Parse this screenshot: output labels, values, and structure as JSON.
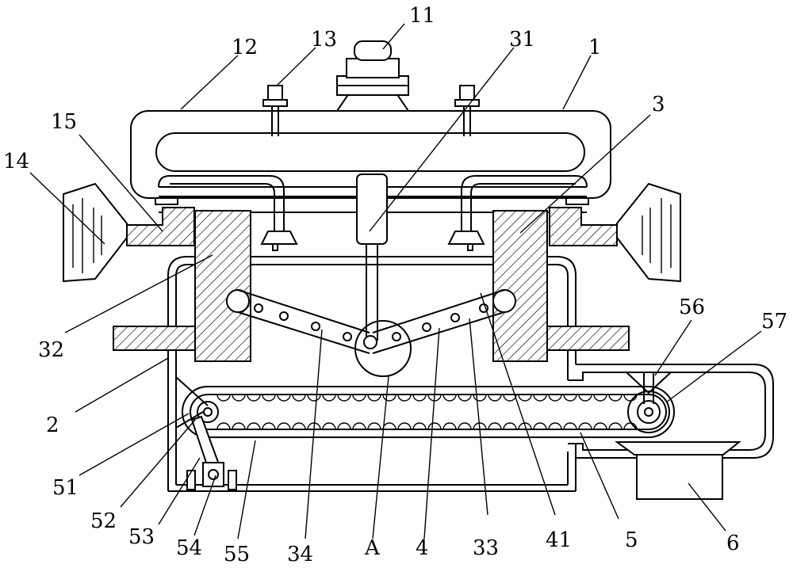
{
  "figure": {
    "background": "#ffffff",
    "line_color": "#000000",
    "labels": [
      "1",
      "2",
      "3",
      "4",
      "5",
      "6",
      "11",
      "12",
      "13",
      "14",
      "15",
      "31",
      "32",
      "33",
      "34",
      "41",
      "51",
      "52",
      "53",
      "54",
      "55",
      "56",
      "57",
      "A"
    ]
  }
}
